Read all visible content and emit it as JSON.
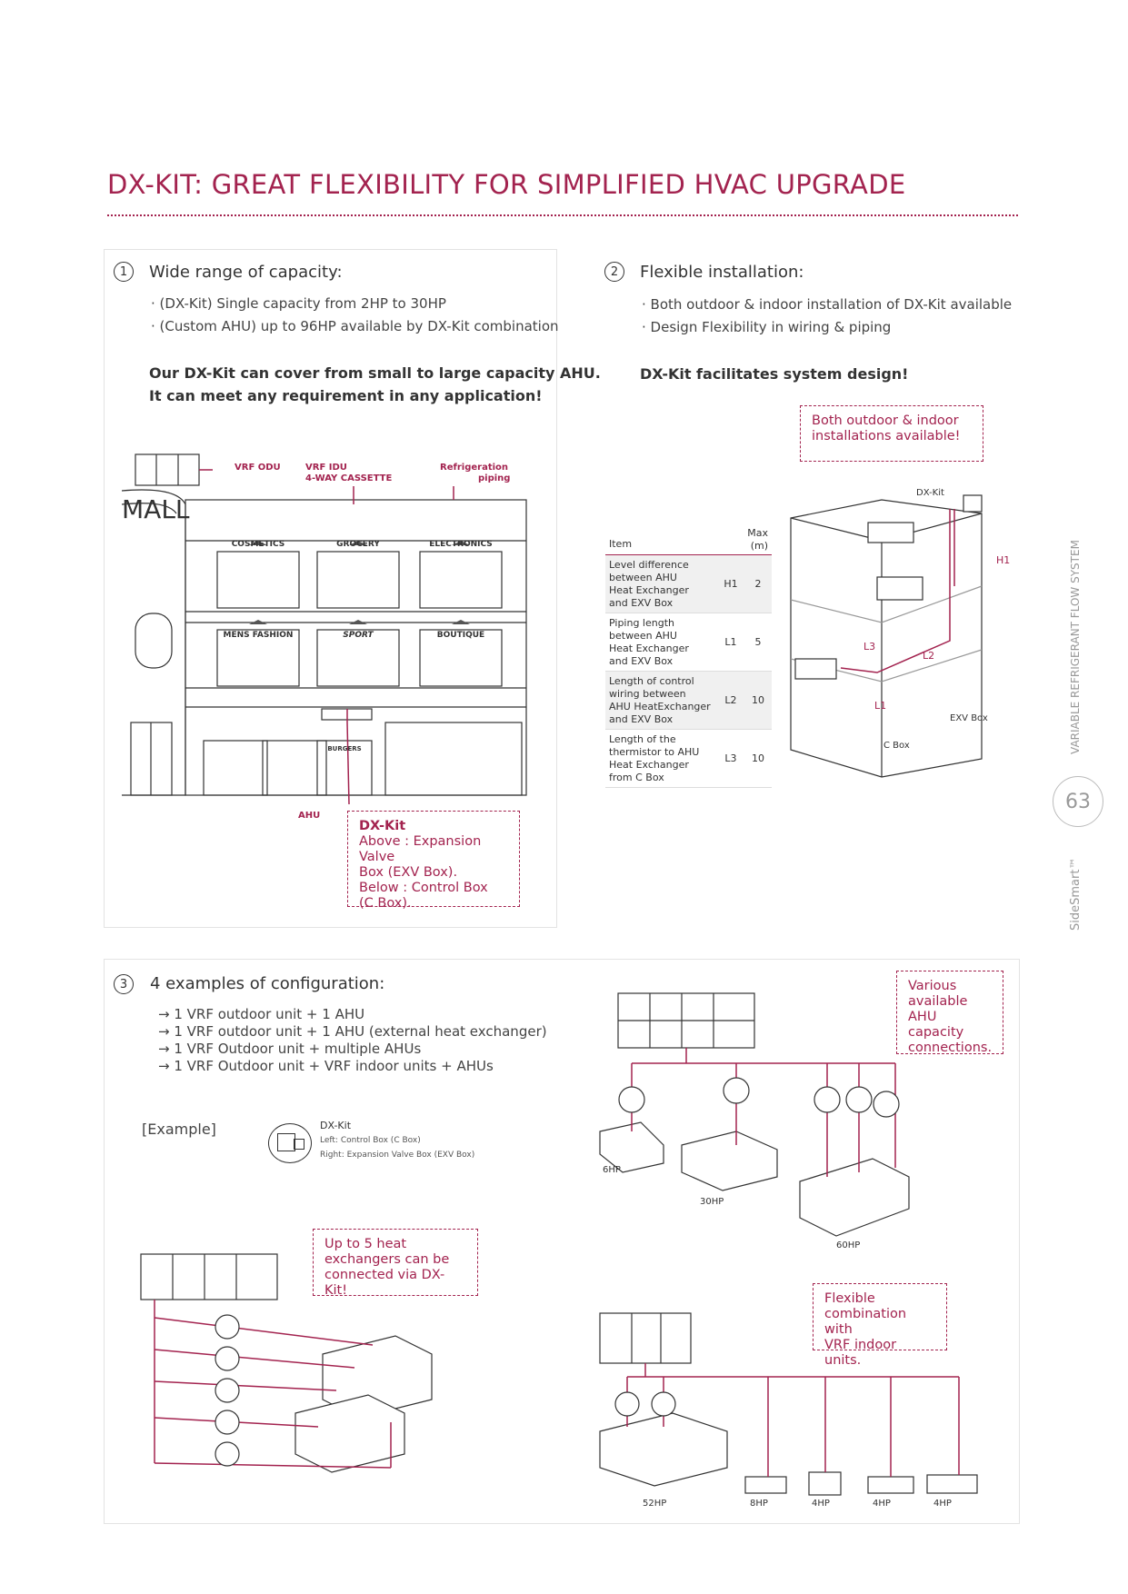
{
  "title": "DX-KIT: GREAT FLEXIBILITY FOR SIMPLIFIED HVAC UPGRADE",
  "sidebar": {
    "text": "VARIABLE REFRIGERANT FLOW SYSTEM",
    "page": "63",
    "brand": "SideSmart™"
  },
  "section1": {
    "num": "1",
    "heading": "Wide range of capacity:",
    "bullets": [
      "· (DX-Kit) Single capacity from 2HP to 30HP",
      "· (Custom AHU) up to 96HP available by DX-Kit combination"
    ],
    "bold": [
      "Our DX-Kit can cover from small to large capacity AHU.",
      "It can meet any requirement in any application!"
    ],
    "labels": {
      "odu": "VRF ODU",
      "idu1": "VRF IDU",
      "idu2": "4-WAY CASSETTE",
      "ref1": "Refrigeration",
      "ref2": "piping",
      "mall": "MALL",
      "ahu": "AHU"
    },
    "shops": [
      "COSMETICS",
      "GROCERY",
      "ELECTRONICS",
      "MENS FASHION",
      "SPORT",
      "BOUTIQUE",
      "BURGERS"
    ],
    "callout": {
      "title": "DX-Kit",
      "lines": [
        "Above : Expansion Valve",
        "Box (EXV Box).",
        "Below : Control Box",
        "(C Box)."
      ]
    }
  },
  "section2": {
    "num": "2",
    "heading": "Flexible installation:",
    "bullets": [
      "· Both outdoor & indoor installation of DX-Kit available",
      "· Design Flexibility in wiring & piping"
    ],
    "bold": "DX-Kit facilitates system design!",
    "callout": [
      "Both outdoor & indoor",
      "installations available!"
    ],
    "table": {
      "head_item": "Item",
      "head_max": "Max",
      "head_unit": "(m)",
      "rows": [
        {
          "item": [
            "Level difference",
            "between AHU",
            "Heat Exchanger",
            "and EXV Box"
          ],
          "code": "H1",
          "max": "2"
        },
        {
          "item": [
            "Piping length",
            "between AHU",
            "Heat Exchanger",
            "and EXV Box"
          ],
          "code": "L1",
          "max": "5"
        },
        {
          "item": [
            "Length of control",
            "wiring between",
            "AHU HeatExchanger",
            "and EXV Box"
          ],
          "code": "L2",
          "max": "10"
        },
        {
          "item": [
            "Length of the",
            "thermistor to AHU",
            "Heat Exchanger",
            "from C Box"
          ],
          "code": "L3",
          "max": "10"
        }
      ]
    },
    "diagram": {
      "dxkit": "DX-Kit",
      "h1": "H1",
      "l1": "L1",
      "l2": "L2",
      "l3": "L3",
      "exv": "EXV Box",
      "cbox": "C Box"
    }
  },
  "section3": {
    "num": "3",
    "heading": "4 examples of configuration:",
    "list": [
      "→ 1 VRF outdoor unit + 1 AHU",
      "→ 1 VRF outdoor unit + 1 AHU (external heat exchanger)",
      "→ 1 VRF Outdoor unit + multiple AHUs",
      "→ 1 VRF Outdoor unit + VRF indoor units + AHUs"
    ],
    "example": "[Example]",
    "legend": {
      "title": "DX-Kit",
      "left": "Left: Control Box (C Box)",
      "right": "Right: Expansion Valve Box (EXV Box)"
    },
    "callout_various": [
      "Various",
      "available",
      "AHU capacity",
      "connections."
    ],
    "callout_upto": [
      "Up to 5 heat",
      "exchangers can be",
      "connected via DX-Kit!"
    ],
    "callout_flex": [
      "Flexible",
      "combination with",
      "VRF indoor units."
    ],
    "caps_top": [
      "6HP",
      "30HP",
      "60HP"
    ],
    "caps_bottom": [
      "52HP",
      "8HP",
      "4HP",
      "4HP",
      "4HP"
    ]
  },
  "colors": {
    "accent": "#a3234f",
    "text": "#333333"
  }
}
